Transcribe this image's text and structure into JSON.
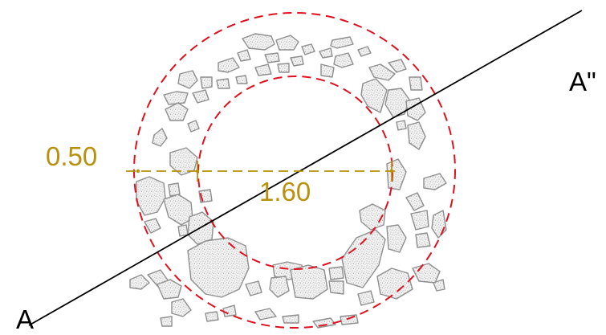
{
  "labels": {
    "section_start": "A",
    "section_end": "A\"",
    "ring_thickness": "0.50",
    "inner_diameter": "1.60"
  },
  "colors": {
    "dashed_circle": "#e0101e",
    "dimension": "#b8900c",
    "section_line": "#000000",
    "stone_outline": "#8f8f8f",
    "stone_fill": "#f4f4f4",
    "stone_speckle": "#8a8a8a"
  }
}
